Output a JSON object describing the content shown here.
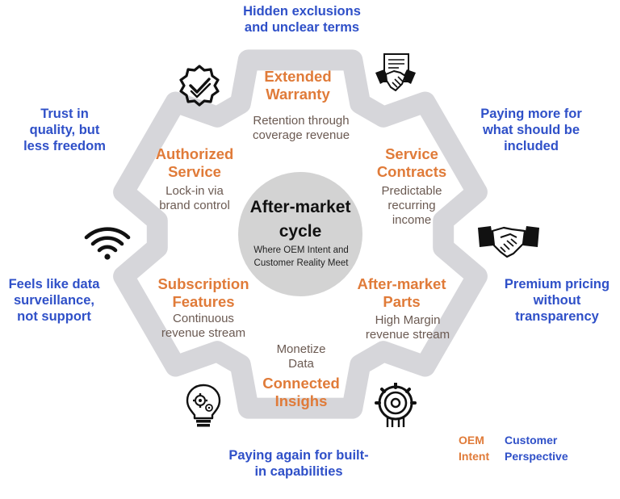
{
  "center": {
    "title": "After-market cycle",
    "subtitle": "Where OEM Intent and Customer Reality Meet"
  },
  "oem_segments": [
    {
      "id": "extended-warranty",
      "title": "Extended Warranty",
      "description": "Retention through coverage revenue"
    },
    {
      "id": "service-contracts",
      "title": "Service Contracts",
      "description": "Predictable recurring income"
    },
    {
      "id": "after-market-parts",
      "title": "After-market Parts",
      "description": "High Margin revenue stream"
    },
    {
      "id": "connected-insights",
      "title": "Connected Insighs",
      "description": "Monetize Data"
    },
    {
      "id": "subscription-features",
      "title": "Subscription Features",
      "description": "Continuous revenue stream"
    },
    {
      "id": "authorized-service",
      "title": "Authorized Service",
      "description": "Lock-in via brand control"
    }
  ],
  "customer_perspectives": [
    {
      "id": "hidden-exclusions",
      "text": "Hidden exclusions and unclear terms"
    },
    {
      "id": "paying-more",
      "text": "Paying more for what should be included"
    },
    {
      "id": "premium-pricing",
      "text": "Premium pricing without transparency"
    },
    {
      "id": "paying-again",
      "text": "Paying again for built-in capabilities"
    },
    {
      "id": "data-surveillance",
      "text": "Feels like data surveillance, not support"
    },
    {
      "id": "trust-quality",
      "text": "Trust in quality, but less freedom"
    }
  ],
  "legend": {
    "oem": "OEM Intent",
    "customer": "Customer Perspective"
  },
  "icons": [
    "verified-badge-icon",
    "contract-handshake-icon",
    "handshake-icon",
    "gear-head-icon",
    "lightbulb-gear-icon",
    "wifi-icon"
  ],
  "colors": {
    "gear": "#d6d6da",
    "center": "#d3d3d3",
    "oem": "#e07b39",
    "customer": "#2f50c8"
  }
}
